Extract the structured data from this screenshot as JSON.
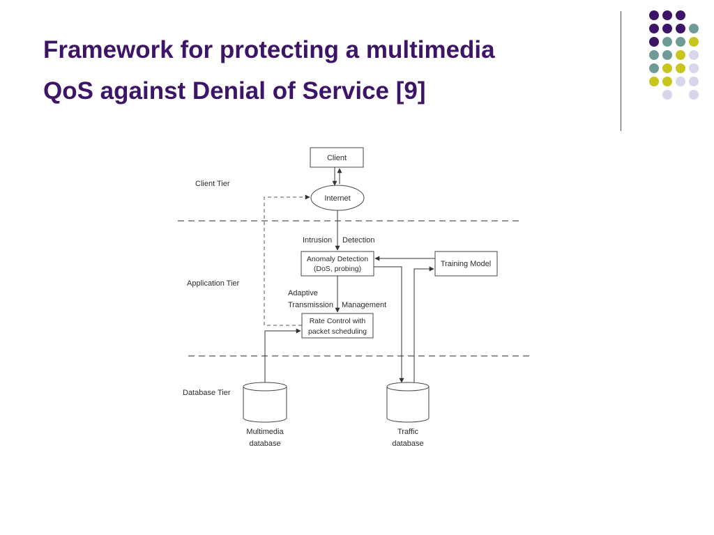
{
  "slide": {
    "title_line_1": "Framework for protecting a multimedia",
    "title_line_2": "QoS against Denial of Service [9]"
  },
  "decoration": {
    "colors": {
      "purple": "#3d1566",
      "teal": "#6f9a98",
      "olive": "#c8c51c",
      "lavender": "#d7d6ea"
    }
  },
  "diagram": {
    "tiers": {
      "client": "Client Tier",
      "application": "Application Tier",
      "database": "Database Tier"
    },
    "nodes": {
      "client": "Client",
      "internet": "Internet",
      "anomaly_line1": "Anomaly Detection",
      "anomaly_line2": "(DoS, probing)",
      "training": "Training Model",
      "rate_line1": "Rate Control with",
      "rate_line2": "packet scheduling",
      "multimedia_line1": "Multimedia",
      "multimedia_line2": "database",
      "traffic_line1": "Traffic",
      "traffic_line2": "database"
    },
    "labels": {
      "intrusion": "Intrusion",
      "detection": "Detection",
      "adaptive": "Adaptive",
      "transmission": "Transmission",
      "management": "Management"
    }
  }
}
